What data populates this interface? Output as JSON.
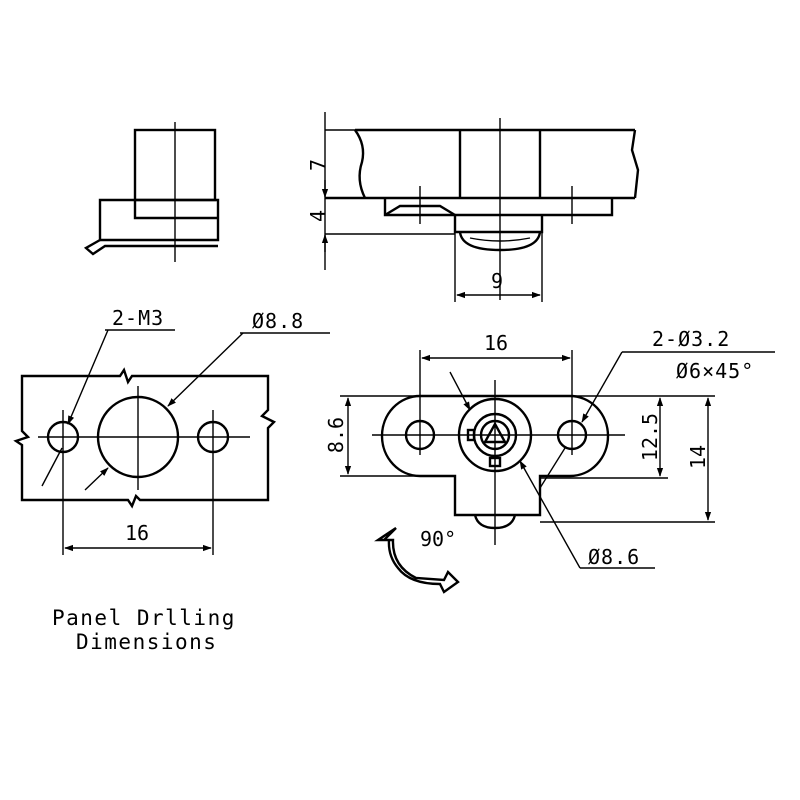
{
  "drawing": {
    "caption": {
      "line1": "Panel Drlling",
      "line2": "Dimensions"
    },
    "side_view": {
      "height_top": "7",
      "height_bottom": "4",
      "width_bottom": "9"
    },
    "panel_cutout": {
      "thread_label": "2-M3",
      "hole_diameter_label": "Ø8.8",
      "hole_spacing": "16"
    },
    "front_view": {
      "hole_spacing": "16",
      "mount_holes_label": "2-Ø3.2",
      "chamfer_label": "Ø6×45°",
      "height_left": "8.6",
      "height_inner": "12.5",
      "height_outer": "14",
      "shaft_diameter_label": "Ø8.6",
      "rotation_label": "90°"
    }
  }
}
